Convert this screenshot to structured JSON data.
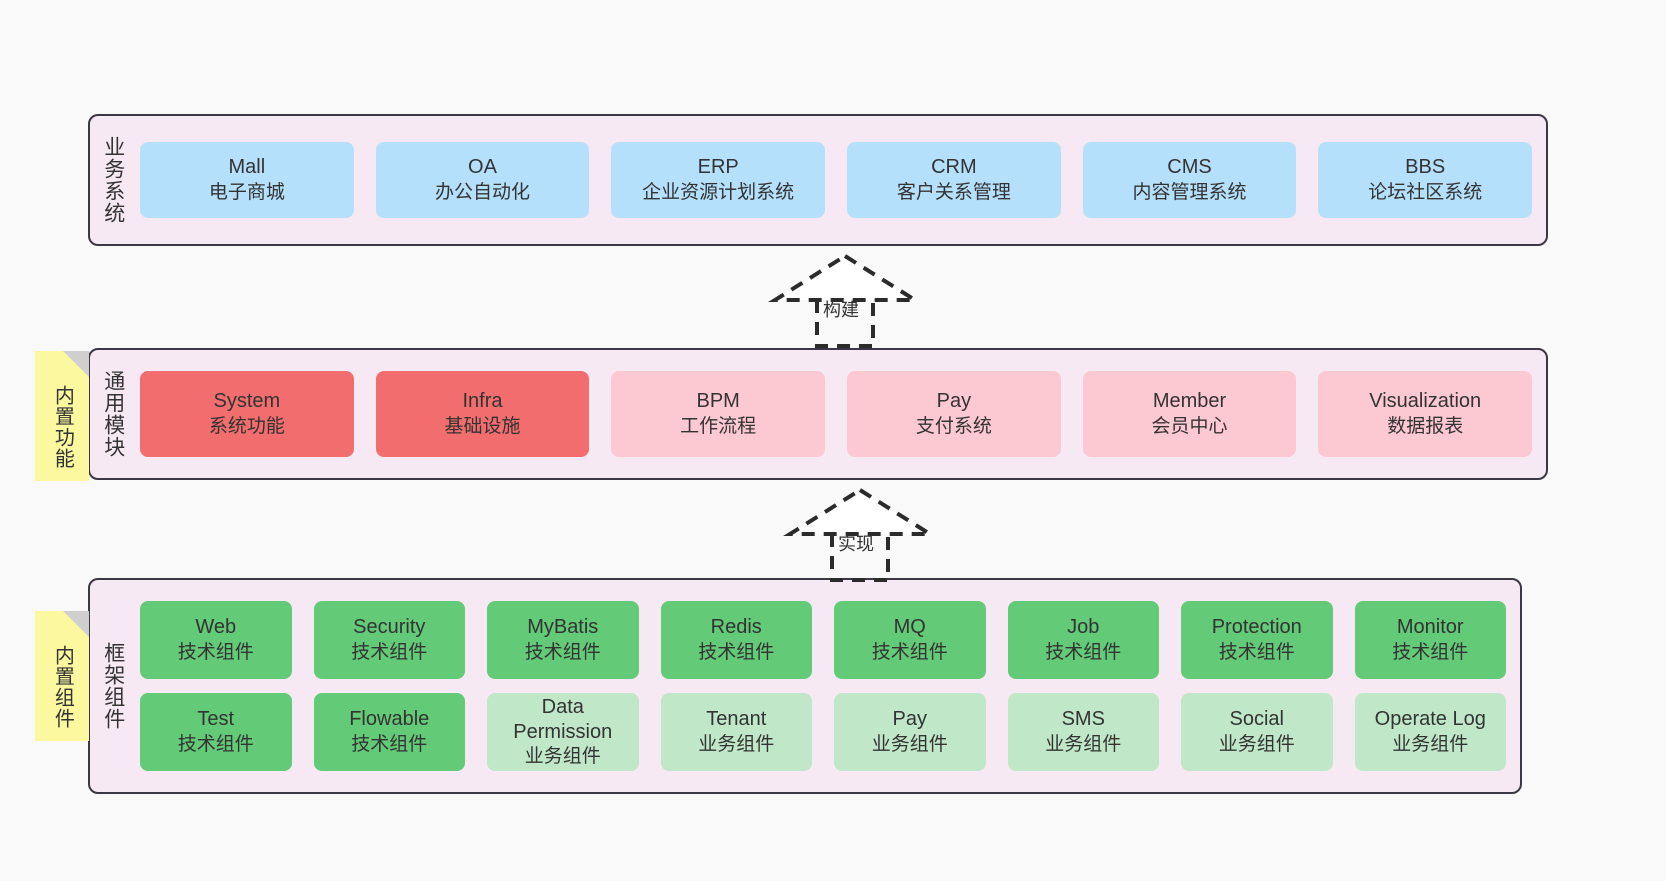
{
  "diagram": {
    "background_color": "#f9f9f9",
    "panel_color": "#f7e9f3",
    "panel_border_color": "#3c3744",
    "sticky_color": "#fbf8a0",
    "colors": {
      "business": "#b5e0fb",
      "module_core": "#f26d6d",
      "module_optional": "#fcc8d1",
      "framework_tech": "#63ca77",
      "framework_biz": "#c0e8c8"
    }
  },
  "layers": [
    {
      "id": "business",
      "title": "业务系统",
      "sticky": null,
      "rows": [
        {
          "cards": [
            {
              "name": "Mall",
              "sub": "电子商城",
              "style": "c-blue"
            },
            {
              "name": "OA",
              "sub": "办公自动化",
              "style": "c-blue"
            },
            {
              "name": "ERP",
              "sub": "企业资源计划系统",
              "style": "c-blue"
            },
            {
              "name": "CRM",
              "sub": "客户关系管理",
              "style": "c-blue"
            },
            {
              "name": "CMS",
              "sub": "内容管理系统",
              "style": "c-blue"
            },
            {
              "name": "BBS",
              "sub": "论坛社区系统",
              "style": "c-blue"
            }
          ]
        }
      ]
    },
    {
      "id": "module",
      "title": "通用模块",
      "sticky": "内置功能",
      "rows": [
        {
          "cards": [
            {
              "name": "System",
              "sub": "系统功能",
              "style": "c-red"
            },
            {
              "name": "Infra",
              "sub": "基础设施",
              "style": "c-red"
            },
            {
              "name": "BPM",
              "sub": "工作流程",
              "style": "c-pink"
            },
            {
              "name": "Pay",
              "sub": "支付系统",
              "style": "c-pink"
            },
            {
              "name": "Member",
              "sub": "会员中心",
              "style": "c-pink"
            },
            {
              "name": "Visualization",
              "sub": "数据报表",
              "style": "c-pink"
            }
          ]
        }
      ]
    },
    {
      "id": "framework",
      "title": "框架组件",
      "sticky": "内置组件",
      "rows": [
        {
          "cards": [
            {
              "name": "Web",
              "sub": "技术组件",
              "style": "c-green"
            },
            {
              "name": "Security",
              "sub": "技术组件",
              "style": "c-green"
            },
            {
              "name": "MyBatis",
              "sub": "技术组件",
              "style": "c-green"
            },
            {
              "name": "Redis",
              "sub": "技术组件",
              "style": "c-green"
            },
            {
              "name": "MQ",
              "sub": "技术组件",
              "style": "c-green"
            },
            {
              "name": "Job",
              "sub": "技术组件",
              "style": "c-green"
            },
            {
              "name": "Protection",
              "sub": "技术组件",
              "style": "c-green"
            },
            {
              "name": "Monitor",
              "sub": "技术组件",
              "style": "c-green"
            }
          ]
        },
        {
          "cards": [
            {
              "name": "Test",
              "sub": "技术组件",
              "style": "c-green"
            },
            {
              "name": "Flowable",
              "sub": "技术组件",
              "style": "c-green"
            },
            {
              "name": "Data Permission",
              "sub": "业务组件",
              "style": "c-lightgreen"
            },
            {
              "name": "Tenant",
              "sub": "业务组件",
              "style": "c-lightgreen"
            },
            {
              "name": "Pay",
              "sub": "业务组件",
              "style": "c-lightgreen"
            },
            {
              "name": "SMS",
              "sub": "业务组件",
              "style": "c-lightgreen"
            },
            {
              "name": "Social",
              "sub": "业务组件",
              "style": "c-lightgreen"
            },
            {
              "name": "Operate Log",
              "sub": "业务组件",
              "style": "c-lightgreen"
            }
          ]
        }
      ]
    }
  ],
  "connectors": [
    {
      "id": "build",
      "label": "构建",
      "from": "module",
      "to": "business"
    },
    {
      "id": "implement",
      "label": "实现",
      "from": "framework",
      "to": "module"
    }
  ]
}
